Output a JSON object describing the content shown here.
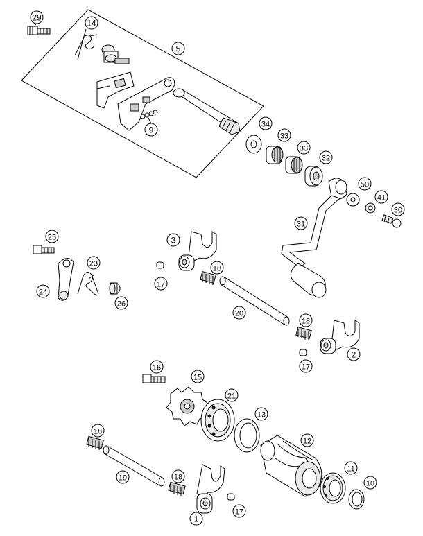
{
  "diagram": {
    "callouts": [
      {
        "id": "c29",
        "label": "29"
      },
      {
        "id": "c14",
        "label": "14"
      },
      {
        "id": "c5",
        "label": "5"
      },
      {
        "id": "c9",
        "label": "9"
      },
      {
        "id": "c34",
        "label": "34"
      },
      {
        "id": "c33a",
        "label": "33"
      },
      {
        "id": "c33b",
        "label": "33"
      },
      {
        "id": "c32",
        "label": "32"
      },
      {
        "id": "c50",
        "label": "50"
      },
      {
        "id": "c41",
        "label": "41"
      },
      {
        "id": "c30",
        "label": "30"
      },
      {
        "id": "c31",
        "label": "31"
      },
      {
        "id": "c25",
        "label": "25"
      },
      {
        "id": "c23",
        "label": "23"
      },
      {
        "id": "c24",
        "label": "24"
      },
      {
        "id": "c26",
        "label": "26"
      },
      {
        "id": "c3",
        "label": "3"
      },
      {
        "id": "c18a",
        "label": "18"
      },
      {
        "id": "c17a",
        "label": "17"
      },
      {
        "id": "c20",
        "label": "20"
      },
      {
        "id": "c18b",
        "label": "18"
      },
      {
        "id": "c2",
        "label": "2"
      },
      {
        "id": "c17b",
        "label": "17"
      },
      {
        "id": "c16",
        "label": "16"
      },
      {
        "id": "c15",
        "label": "15"
      },
      {
        "id": "c21",
        "label": "21"
      },
      {
        "id": "c13",
        "label": "13"
      },
      {
        "id": "c12",
        "label": "12"
      },
      {
        "id": "c18c",
        "label": "18"
      },
      {
        "id": "c19",
        "label": "19"
      },
      {
        "id": "c18d",
        "label": "18"
      },
      {
        "id": "c11",
        "label": "11"
      },
      {
        "id": "c10",
        "label": "10"
      },
      {
        "id": "c1",
        "label": "1"
      },
      {
        "id": "c17c",
        "label": "17"
      }
    ]
  }
}
